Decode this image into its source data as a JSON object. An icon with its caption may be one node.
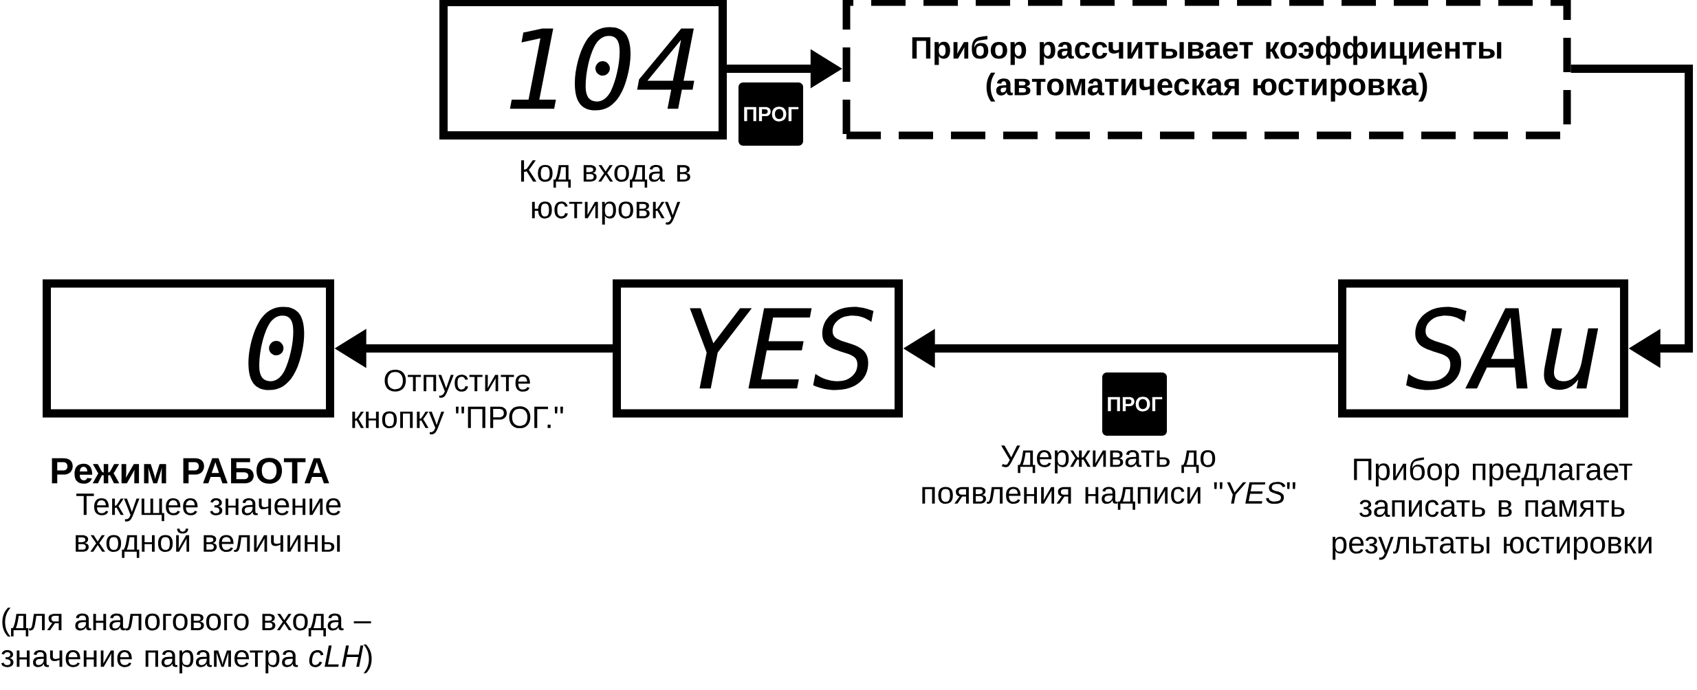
{
  "diagram": {
    "nodes": [
      {
        "text": [
          "104"
        ],
        "beside": [
          "Код входа в юстировку"
        ]
      },
      {
        "text": [
          "Прибор рассчитывает коэффициенты (автоматическая юстировка)"
        ]
      },
      {
        "text": [
          "SAu"
        ],
        "beside": [
          "Прибор предлагает записать в память результаты юстировки"
        ]
      },
      {
        "text": [
          "YES"
        ]
      },
      {
        "text": [
          "0"
        ],
        "beside": [
          "Режим РАБОТА",
          "Текущее значение входной величины",
          "(для аналогового входа – значение параметра *cLH*)"
        ]
      }
    ],
    "edges": [
      {
        "from": 0,
        "to": 1,
        "arrow": "to",
        "label": "ПРОГ"
      },
      {
        "from": 1,
        "to": 2,
        "arrow": "to"
      },
      {
        "from": 2,
        "to": 3,
        "arrow": "to",
        "label": "ПРОГ"
      },
      {
        "from": 3,
        "to": 4,
        "arrow": "to",
        "label": "Отпустите кнопку \"ПРОГ.\""
      }
    ],
    "labels": [
      "Удерживать до появления надписи \"*YES*\""
    ]
  }
}
